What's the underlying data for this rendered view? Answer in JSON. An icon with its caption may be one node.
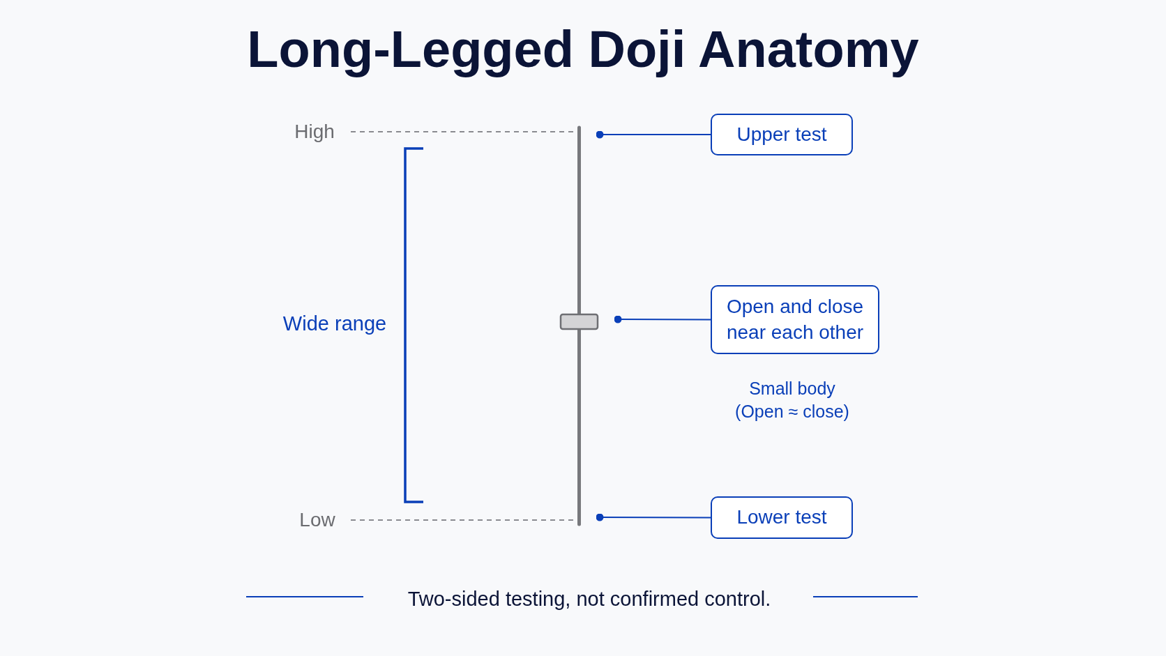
{
  "diagram": {
    "title": "Long-Legged Doji Anatomy",
    "caption": "Two-sided testing, not confirmed control.",
    "nodes": [
      {
        "text": [
          "Upper test"
        ]
      },
      {
        "text": [
          "Open and close near each other"
        ],
        "beside": [
          "Small body (Open ≈ close)"
        ]
      },
      {
        "text": [
          "Lower test"
        ]
      },
      {
        "text": [],
        "shape": "picture"
      }
    ],
    "edges": [
      {
        "from": 0,
        "to": 3,
        "arrow": "other"
      },
      {
        "from": 1,
        "to": 3,
        "arrow": "other"
      },
      {
        "from": 2,
        "to": 3,
        "arrow": "other"
      }
    ],
    "labels": [
      "High",
      "Wide range",
      "Low"
    ]
  }
}
